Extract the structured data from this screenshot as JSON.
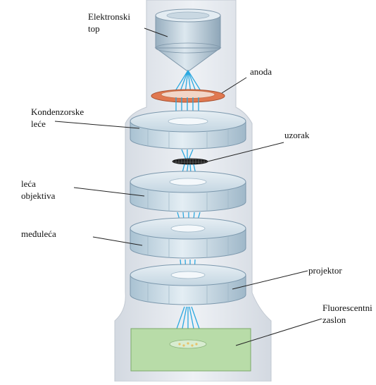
{
  "labels": {
    "electron_gun": [
      "Elektronski",
      "top"
    ],
    "anode": "anoda",
    "condenser": [
      "Kondenzorske",
      "leće"
    ],
    "specimen": "uzorak",
    "objective": [
      "leća",
      "objektiva"
    ],
    "intermediate": "međuleća",
    "projector": "projektor",
    "screen": [
      "Fluorescentni",
      "zaslon"
    ]
  },
  "colors": {
    "column": "#e6eaef",
    "lens": "#c9dbe6",
    "beam": "#2aa8e0",
    "anode": "#e07850",
    "screen": "#b8dca8"
  }
}
